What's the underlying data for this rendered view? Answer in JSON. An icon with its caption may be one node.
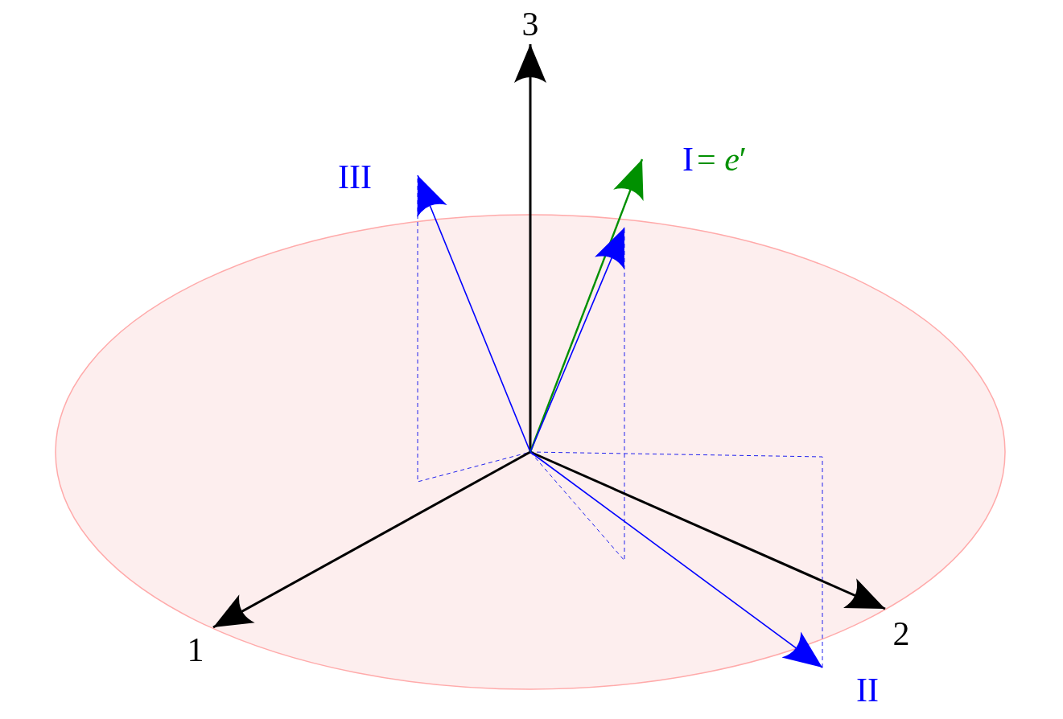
{
  "diagram": {
    "nodes": [
      {
        "text": [
          "3"
        ]
      },
      {
        "text": [
          "1"
        ]
      },
      {
        "text": [
          "2"
        ]
      },
      {
        "text": [
          "III"
        ]
      },
      {
        "text": [
          "II"
        ]
      },
      {
        "text": [
          "I",
          "= *e*′"
        ]
      }
    ],
    "edges": [
      {
        "from": null,
        "to": 0,
        "arrow": "to"
      },
      {
        "from": null,
        "to": 1,
        "arrow": "to"
      },
      {
        "from": null,
        "to": 2,
        "arrow": "to"
      },
      {
        "from": null,
        "to": 3,
        "arrow": "to",
        "color": "#0000ff"
      },
      {
        "from": null,
        "to": 4,
        "arrow": "to",
        "color": "#0000ff"
      },
      {
        "from": null,
        "to": 5,
        "arrow": "to",
        "color": "#009000"
      },
      {
        "from": null,
        "to": 5,
        "arrow": "to",
        "color": "#0000ff"
      }
    ]
  }
}
